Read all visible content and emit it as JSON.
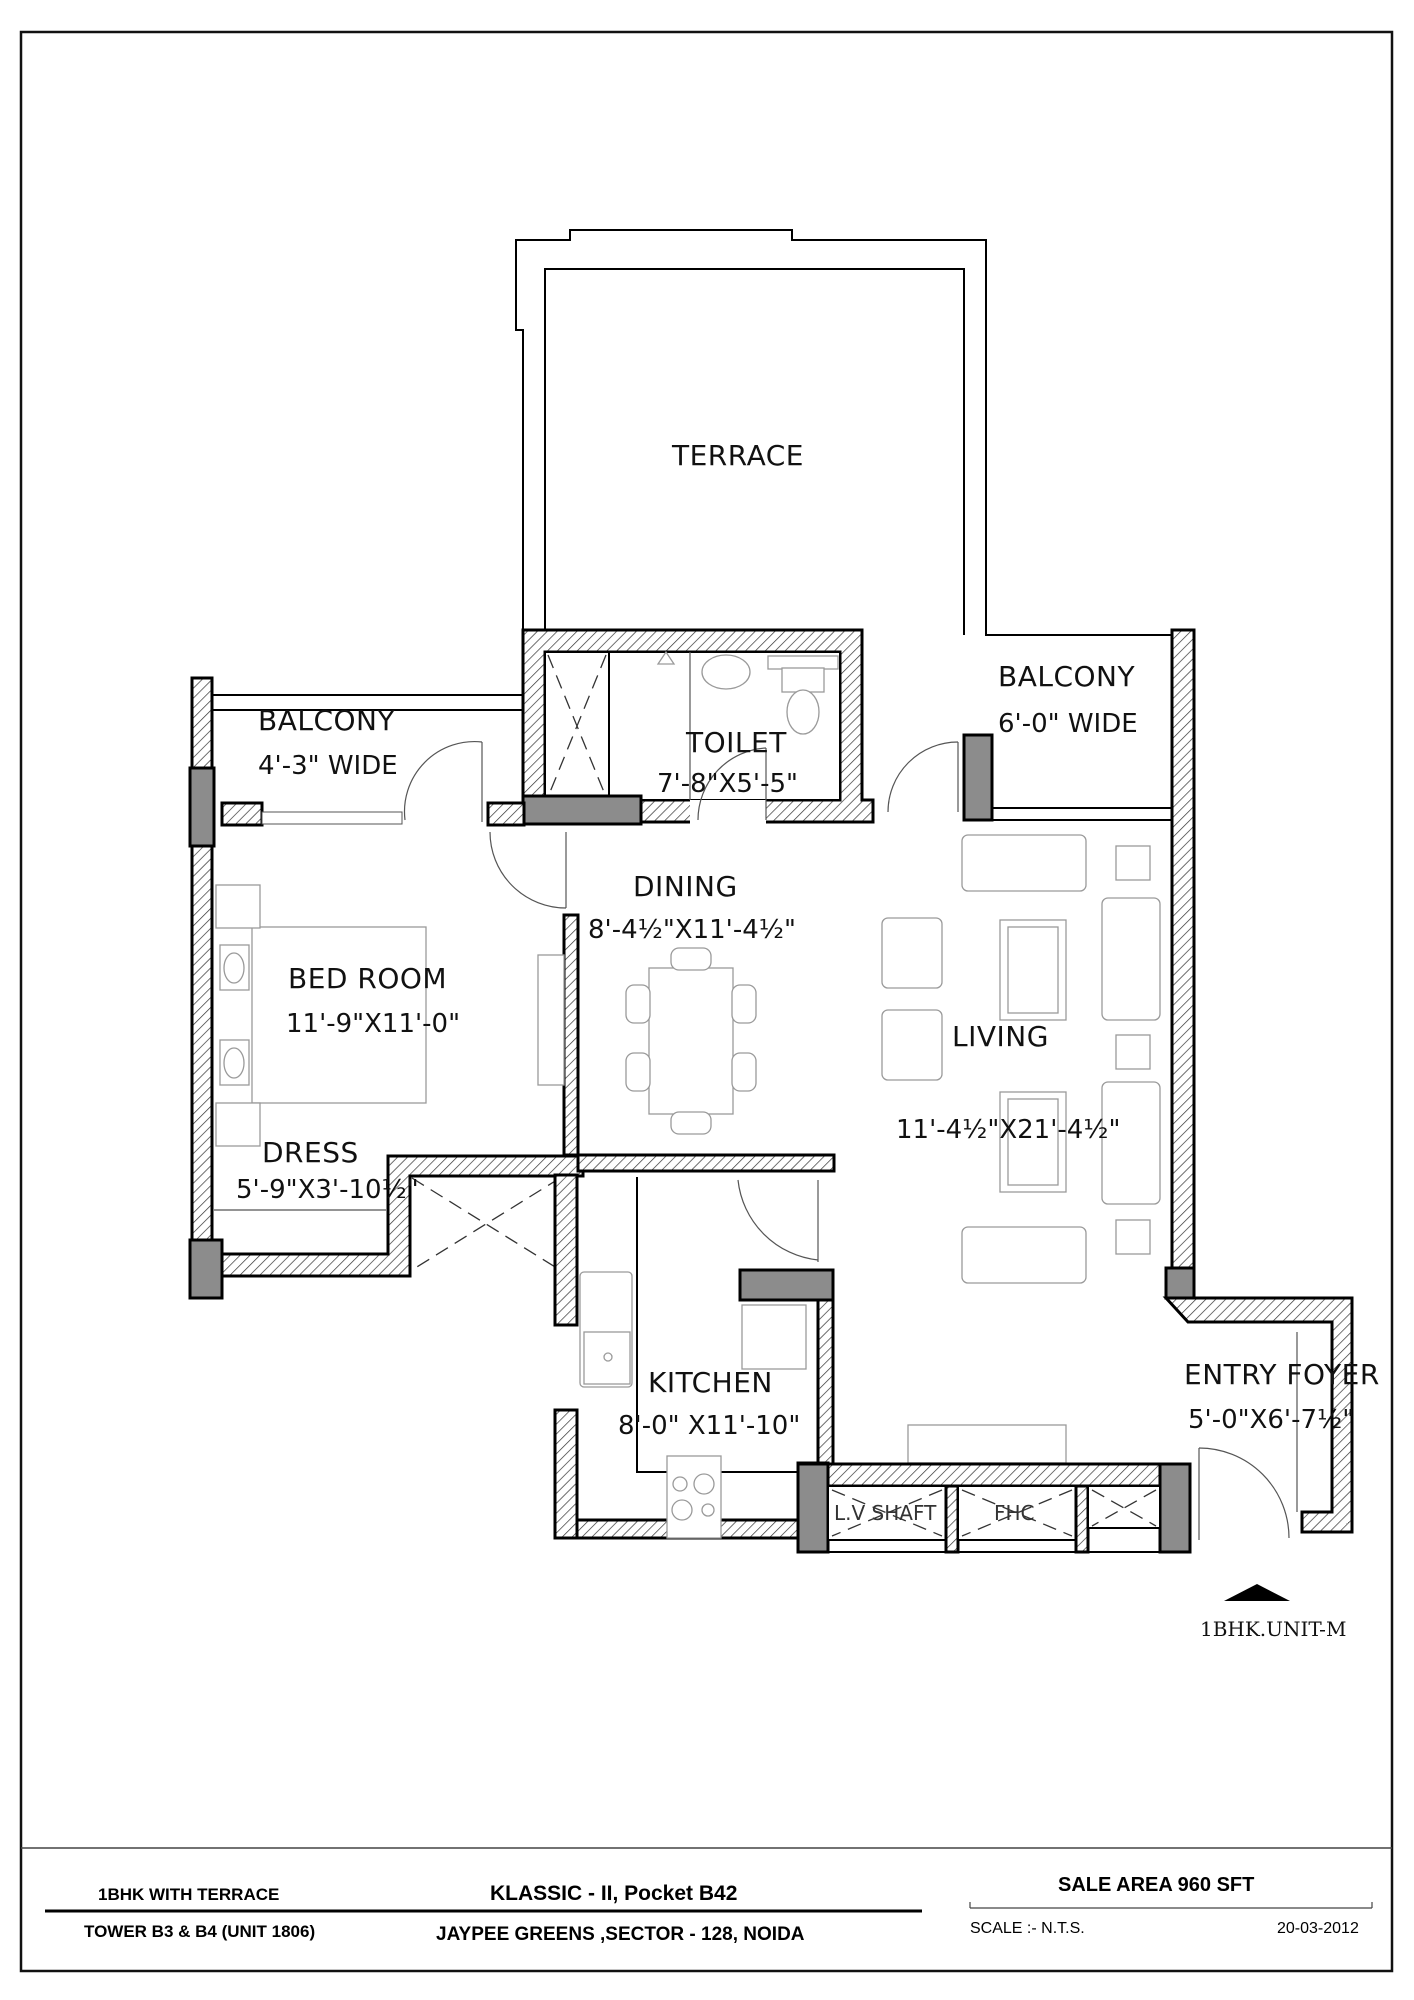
{
  "drawing": {
    "unit_tag": "1BHK.UNIT-M",
    "rooms": {
      "terrace": {
        "label": "TERRACE"
      },
      "balcony_left": {
        "label": "BALCONY",
        "dim": "4'-3\" WIDE"
      },
      "balcony_right": {
        "label": "BALCONY",
        "dim": "6'-0\"  WIDE"
      },
      "toilet": {
        "label": "TOILET",
        "dim": "7'-8\"X5'-5\""
      },
      "dining": {
        "label": "DINING",
        "dim": "8'-4½\"X11'-4½\""
      },
      "bedroom": {
        "label": "BED ROOM",
        "dim": "11'-9\"X11'-0\""
      },
      "dress": {
        "label": "DRESS",
        "dim": "5'-9\"X3'-10½\""
      },
      "living": {
        "label": "LIVING",
        "dim": "11'-4½\"X21'-4½\""
      },
      "kitchen": {
        "label": "KITCHEN",
        "dim": "8'-0\" X11'-10\""
      },
      "entry_foyer": {
        "label": "ENTRY FOYER",
        "dim": "5'-0\"X6'-7½\""
      }
    },
    "shafts": {
      "lv_shaft": "L.V SHAFT",
      "fhc": "FHC"
    },
    "north_arrow_icon": "triangle-arrow-up"
  },
  "title_block": {
    "unit_type": "1BHK WITH TERRACE",
    "tower": "TOWER B3 & B4 (UNIT 1806)",
    "project": "KLASSIC - II, Pocket B42",
    "location": "JAYPEE GREENS ,SECTOR - 128, NOIDA",
    "sale_area": "SALE AREA 960 SFT",
    "scale": "SCALE :-  N.T.S.",
    "date": "20-03-2012"
  }
}
